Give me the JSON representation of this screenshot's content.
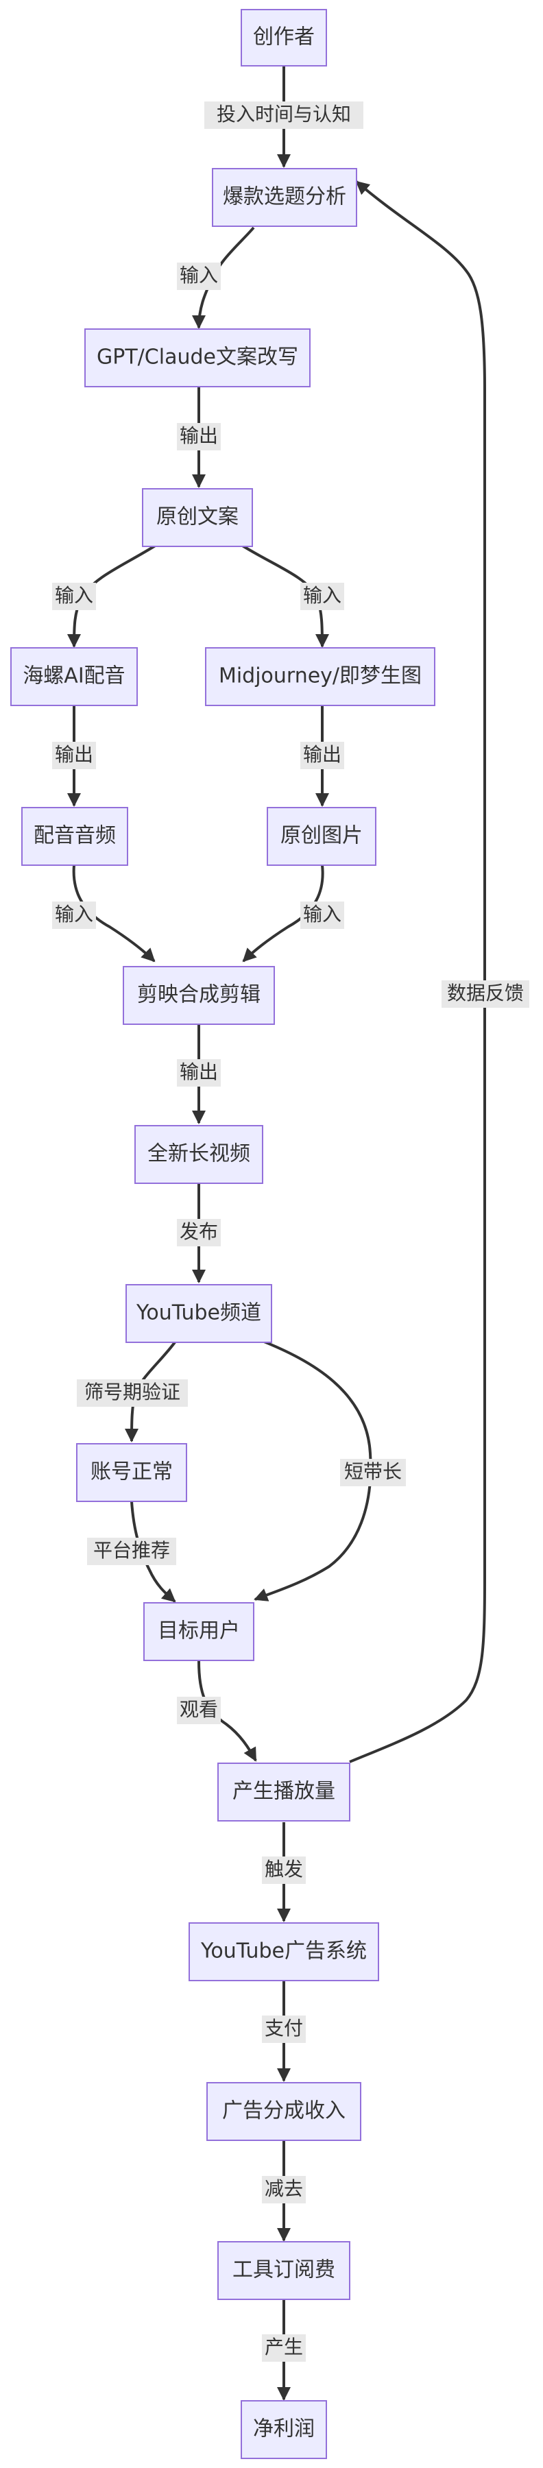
{
  "diagram": {
    "nodes": {
      "creator": "创作者",
      "topic_analysis": "爆款选题分析",
      "copywriting": "GPT/Claude文案改写",
      "original_copy": "原创文案",
      "voiceover_tool": "海螺AI配音",
      "image_tool": "Midjourney/即梦生图",
      "voice_audio": "配音音频",
      "original_images": "原创图片",
      "editing": "剪映合成剪辑",
      "long_video": "全新长视频",
      "channel": "YouTube频道",
      "account_ok": "账号正常",
      "target_users": "目标用户",
      "views": "产生播放量",
      "ad_system": "YouTube广告系统",
      "ad_revenue": "广告分成收入",
      "tool_fees": "工具订阅费",
      "net_profit": "净利润"
    },
    "edges": {
      "invest": "投入时间与认知",
      "input_1": "输入",
      "output_1": "输出",
      "input_2": "输入",
      "input_3": "输入",
      "output_2": "输出",
      "output_3": "输出",
      "input_4": "输入",
      "input_5": "输入",
      "output_4": "输出",
      "publish": "发布",
      "verify": "筛号期验证",
      "short_long": "短带长",
      "recommend": "平台推荐",
      "watch": "观看",
      "feedback": "数据反馈",
      "trigger": "触发",
      "pay": "支付",
      "subtract": "减去",
      "produce": "产生"
    }
  }
}
